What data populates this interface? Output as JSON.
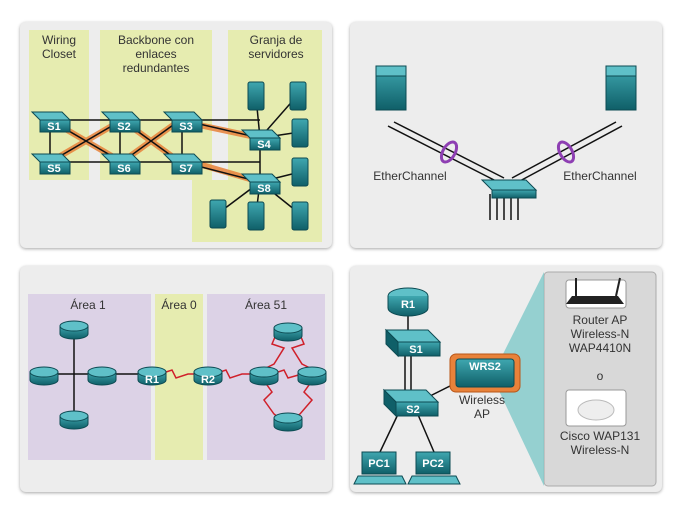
{
  "panel1": {
    "zones": {
      "wiring_closet": "Wiring\nCloset",
      "backbone": "Backbone con\nenlaces\nredundantes",
      "server_farm": "Granja de\nservidores"
    },
    "switches": [
      "S1",
      "S2",
      "S3",
      "S4",
      "S5",
      "S6",
      "S7",
      "S8"
    ]
  },
  "panel2": {
    "etherchannel_left": "EtherChannel",
    "etherchannel_right": "EtherChannel"
  },
  "panel3": {
    "areas": [
      "Área 1",
      "Área 0",
      "Área 51"
    ],
    "routers": [
      "R1",
      "R2"
    ]
  },
  "panel4": {
    "router": "R1",
    "switches": [
      "S1",
      "S2"
    ],
    "wireless_router": "WRS2",
    "wireless_ap_label": "Wireless\nAP",
    "pcs": [
      "PC1",
      "PC2"
    ],
    "option1": "Router AP\nWireless-N\nWAP4410N",
    "or": "o",
    "option2": "Cisco WAP131\nWireless-N"
  },
  "colors": {
    "zone_fill": "#e6ecb0",
    "area_fill": "#dcd2e6",
    "device": "#1b7f8a",
    "redundant_link": "#e8823a",
    "wan_link": "#d0202a",
    "etherchannel_ring": "#8e3fb3"
  }
}
